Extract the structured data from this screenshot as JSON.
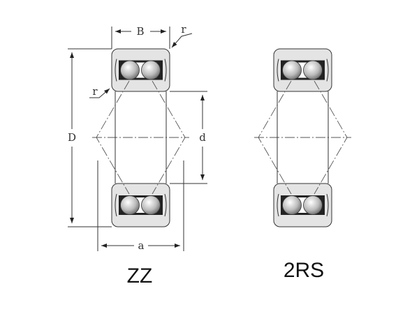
{
  "labels": {
    "width": "B",
    "radius_outer": "r",
    "radius_inner": "r",
    "outer_diameter": "D",
    "bore": "d",
    "spread": "a"
  },
  "variants": [
    {
      "name": "ZZ"
    },
    {
      "name": "2RS"
    }
  ],
  "colors": {
    "ring_fill": "#e4e4e4",
    "line": "#333333"
  }
}
